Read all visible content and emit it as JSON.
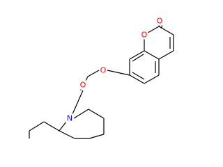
{
  "molecule": {
    "atoms": {
      "carbonyl_o_ring": {
        "label": "O",
        "color": "#ff0000"
      },
      "ring_o": {
        "label": "O",
        "color": "#ff0000"
      },
      "ether_o": {
        "label": "O",
        "color": "#ff0000"
      },
      "amide_o": {
        "label": "O",
        "color": "#ff0000"
      },
      "amide_n": {
        "label": "N",
        "color": "#0000ff"
      }
    },
    "bond_color": "#000000"
  }
}
